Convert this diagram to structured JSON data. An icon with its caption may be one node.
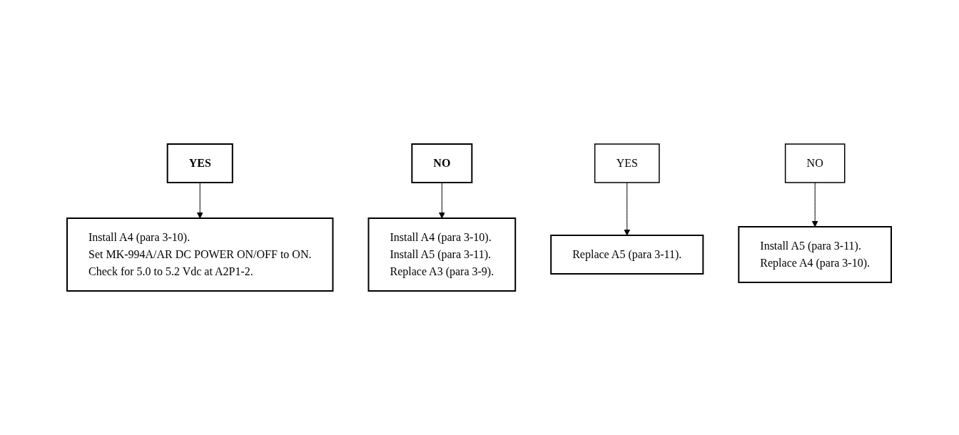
{
  "diagram": {
    "nodes": [
      {
        "text": [
          "YES"
        ]
      },
      {
        "text": [
          "NO"
        ]
      },
      {
        "text": [
          "Install A4 (para 3-10).",
          "Set MK-994A/AR DC POWER ON/OFF to ON.",
          "Check for 5.0 to 5.2 Vdc at A2P1-2."
        ]
      },
      {
        "text": [
          "Install A4 (para 3-10).",
          "Install A5 (para 3-11).",
          "Replace A3 (para 3-9)."
        ]
      },
      {
        "text": [
          "YES"
        ]
      },
      {
        "text": [
          "NO"
        ]
      },
      {
        "text": [
          "Replace A5 (para 3-11)."
        ]
      },
      {
        "text": [
          "Install A5 (para 3-11).",
          "Replace A4 (para 3-10)."
        ]
      }
    ],
    "edges": [
      {
        "from": 0,
        "to": 2,
        "arrow": "to"
      },
      {
        "from": 1,
        "to": 3,
        "arrow": "to"
      },
      {
        "from": 4,
        "to": 6,
        "arrow": "to"
      },
      {
        "from": 5,
        "to": 7,
        "arrow": "to"
      }
    ]
  }
}
